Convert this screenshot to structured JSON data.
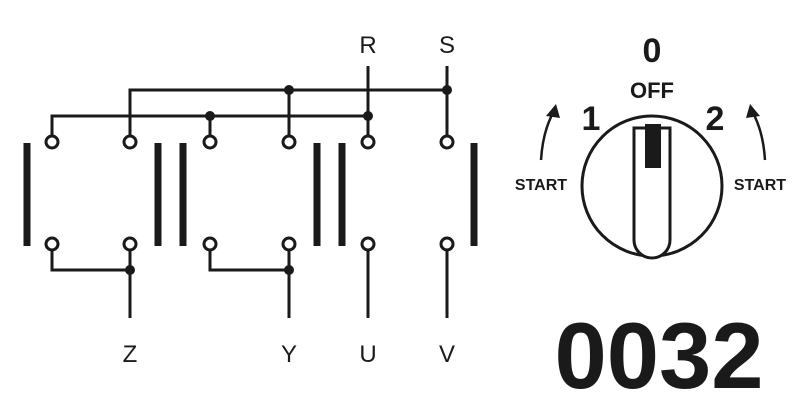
{
  "diagram": {
    "terminals_top": [
      "R",
      "S"
    ],
    "terminals_bottom": [
      "Z",
      "Y",
      "U",
      "V"
    ]
  },
  "switch": {
    "positions": {
      "center": "0",
      "off": "OFF",
      "left": "1",
      "right": "2"
    },
    "left_action": "START",
    "right_action": "START"
  },
  "model_number": "0032",
  "colors": {
    "ink": "#1a1a1a",
    "background": "#ffffff"
  }
}
